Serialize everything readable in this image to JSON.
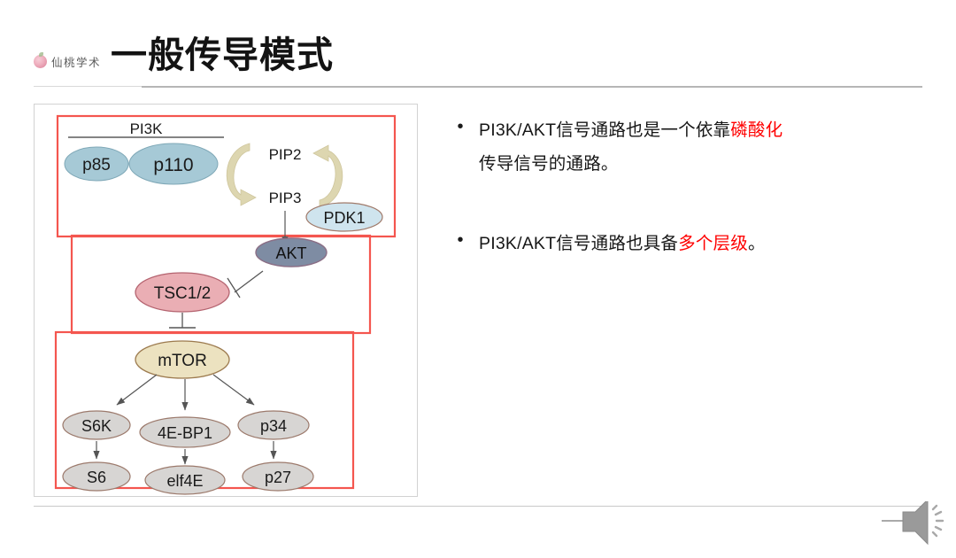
{
  "header": {
    "title": "一般传导模式",
    "brand_name": "仙桃学术",
    "brand_icon": "peach-logo-icon"
  },
  "figure": {
    "caption_groups": [
      {
        "name": "pi3k-box",
        "label": "PI3K"
      },
      {
        "name": "akt-box",
        "label": ""
      },
      {
        "name": "mtor-box",
        "label": ""
      }
    ],
    "complex_label": "PI3K",
    "nodes": {
      "p85": "p85",
      "p110": "p110",
      "pip2": "PIP2",
      "pip3": "PIP3",
      "pdk1": "PDK1",
      "akt": "AKT",
      "tsc": "TSC1/2",
      "mtor": "mTOR",
      "s6k": "S6K",
      "ebp1": "4E-BP1",
      "p34": "p34",
      "s6": "S6",
      "elf4e": "elf4E",
      "p27": "p27"
    },
    "colors": {
      "box_border": "#f4564f",
      "pi3k_fill": "#a6c9d6",
      "pi3k_stroke": "#7fa8b7",
      "pdk1_fill": "#cfe4ee",
      "pdk1_stroke": "#a07a6a",
      "akt_fill": "#7e8ca3",
      "akt_stroke": "#8b6f86",
      "tsc_fill": "#eaaeb4",
      "tsc_stroke": "#b4636f",
      "mtor_fill": "#ece2c0",
      "mtor_stroke": "#9c7a4e",
      "target_fill": "#d7d5d3",
      "target_stroke": "#9c7a6c",
      "cycle_arrow": "#ddd6b0",
      "connector": "#555555"
    }
  },
  "bullets": [
    {
      "marker": "•",
      "segments": [
        {
          "text": "PI3K/AKT信号通路也是一个依靠",
          "highlight": false
        },
        {
          "text": "磷酸化",
          "highlight": true
        },
        {
          "text": "\n传导信号的通路。",
          "highlight": false
        }
      ],
      "line1_plain": "PI3K/AKT信号通路也是一个依靠",
      "line1_red": "磷酸化",
      "line2_plain": "传导信号的通路。"
    },
    {
      "marker": "•",
      "segments": [
        {
          "text": "PI3K/AKT信号通路也具备",
          "highlight": false
        },
        {
          "text": "多个层级",
          "highlight": true
        },
        {
          "text": "。",
          "highlight": false
        }
      ],
      "line1_plain": "PI3K/AKT信号通路也具备",
      "line1_red": "多个层级",
      "line2_plain": "。"
    }
  ],
  "footer": {
    "audio_icon": "speaker-audio-icon"
  }
}
